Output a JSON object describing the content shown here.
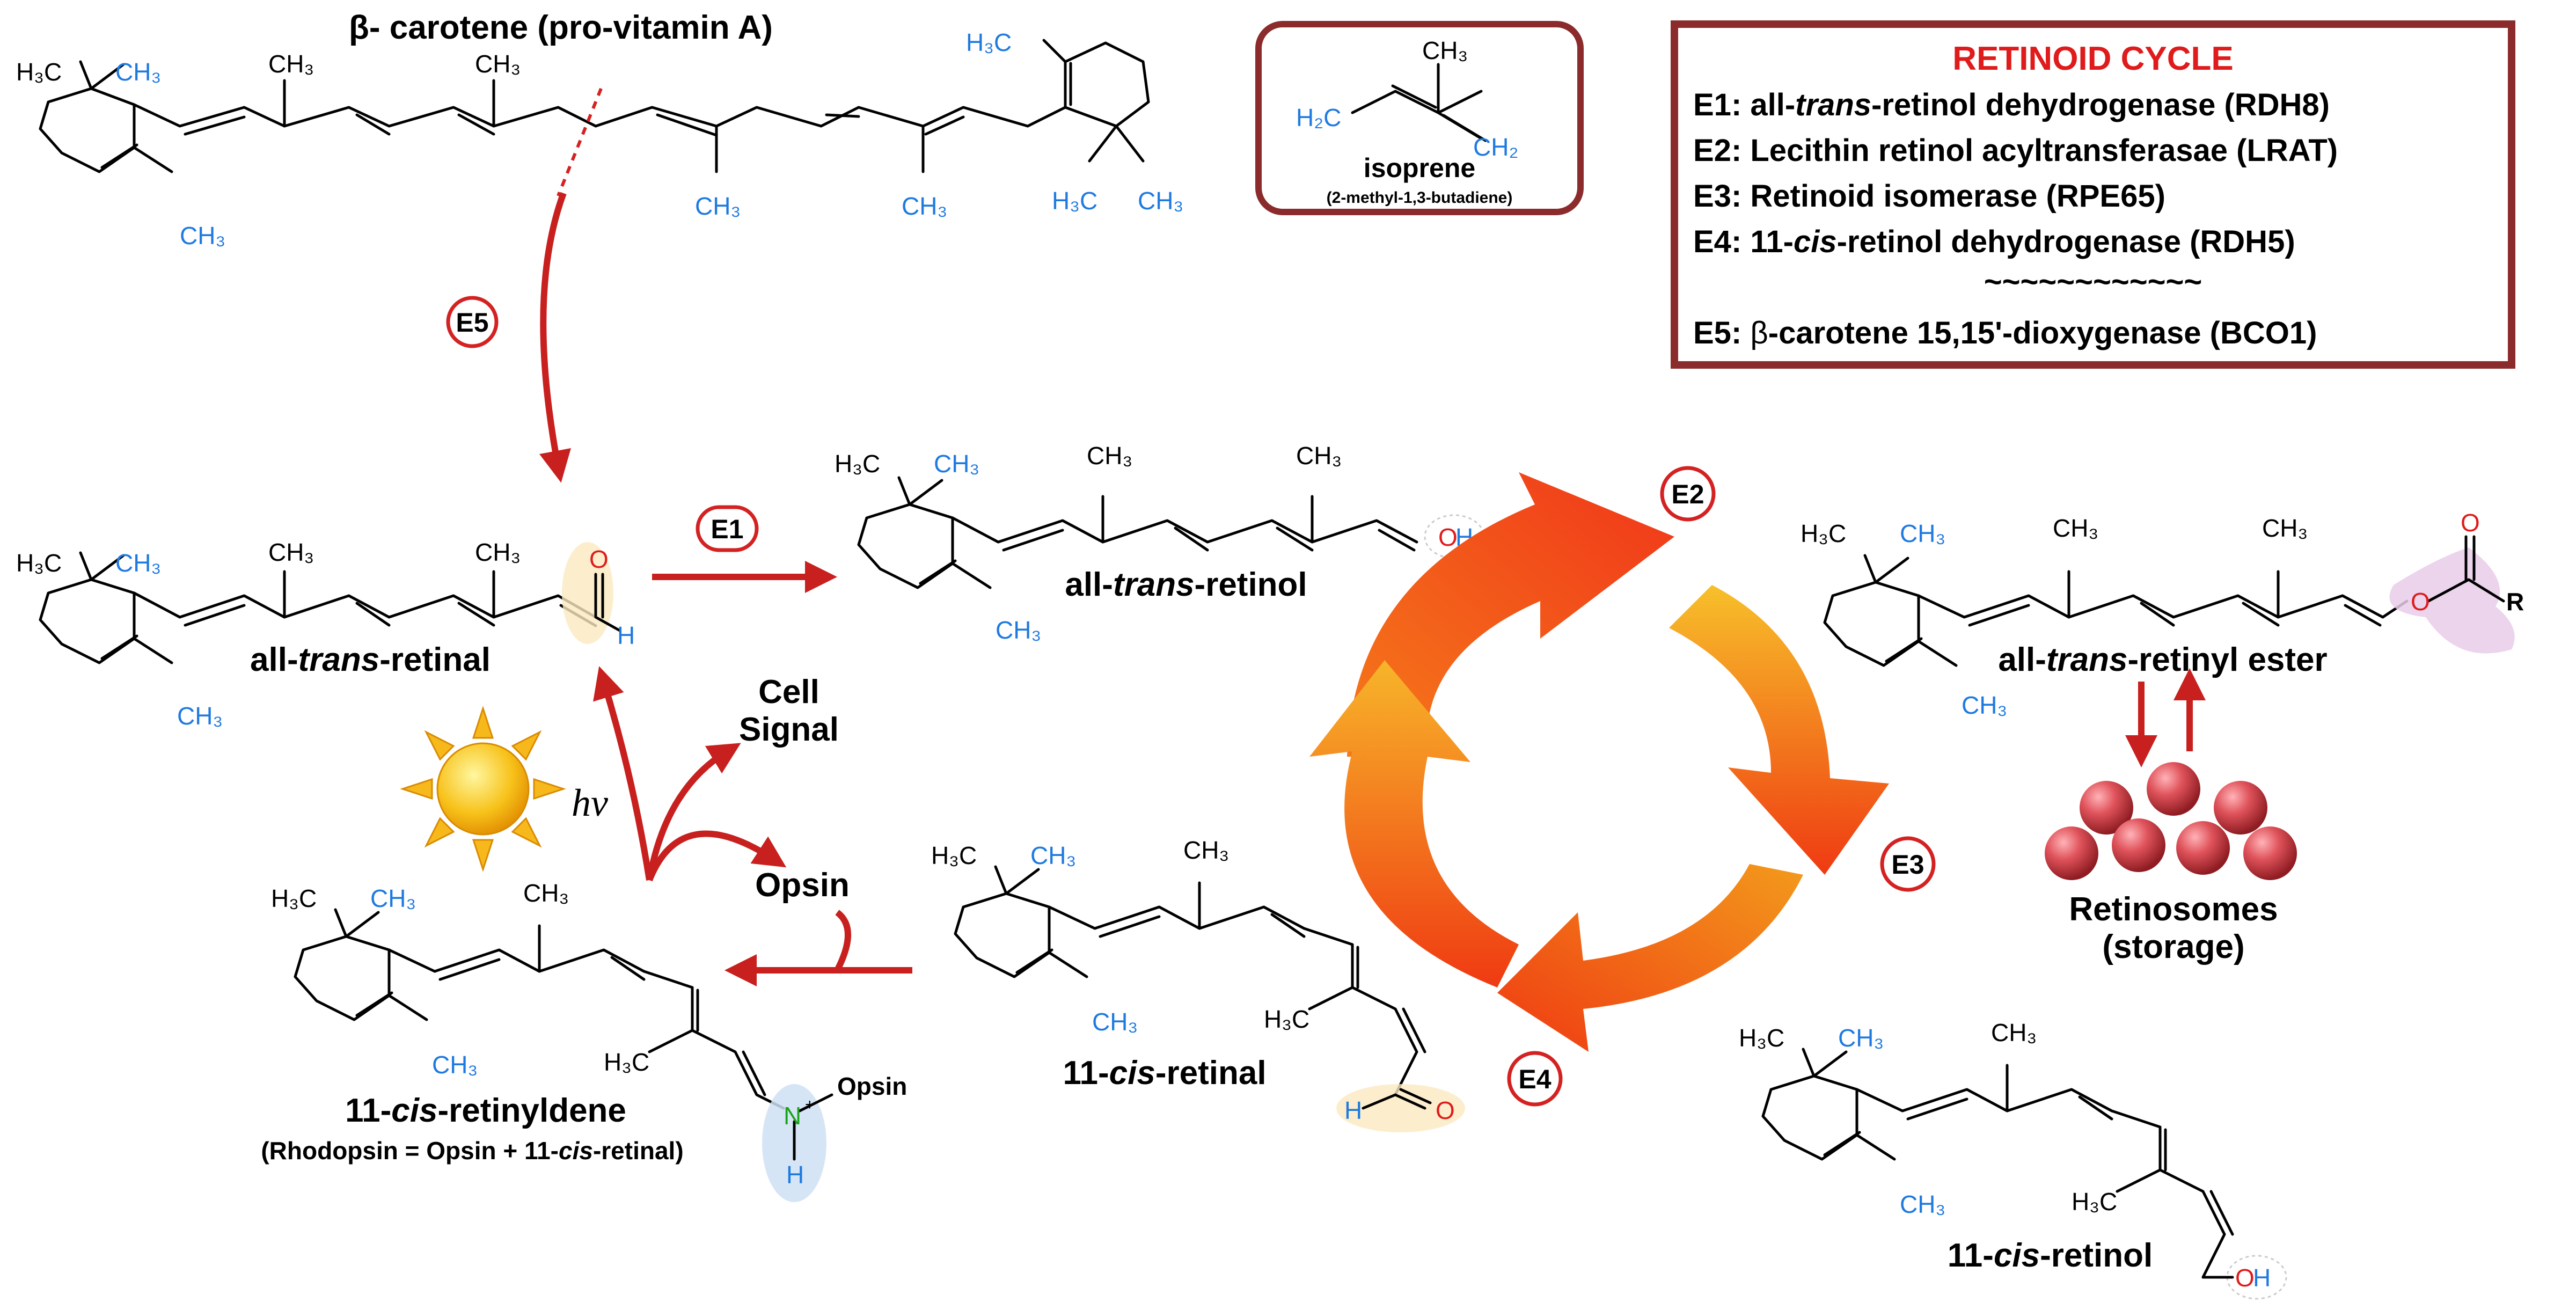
{
  "beta_carotene": {
    "prefix": "β",
    "rest": "- carotene (pro-vitamin A)"
  },
  "isoprene": {
    "title": "isoprene",
    "subtitle": "(2-methyl-1,3-butadiene)"
  },
  "legend": {
    "title": "RETINOID CYCLE",
    "items": [
      {
        "pre": "E1: all-",
        "em": "trans",
        "post": "-retinol dehydrogenase (RDH8)"
      },
      {
        "pre": "E2: Lecithin retinol acyltransferasae (LRAT)",
        "em": "",
        "post": ""
      },
      {
        "pre": "E3: Retinoid isomerase (RPE65)",
        "em": "",
        "post": ""
      },
      {
        "pre": "E4: 11-",
        "em": "cis",
        "post": "-retinol dehydrogenase (RDH5)"
      }
    ],
    "separator": "~~~~~~~~~~~~",
    "e5": {
      "pre": "E5: ",
      "beta": "β",
      "post": "-carotene 15,15'-dioxygenase (BCO1)"
    }
  },
  "compounds": {
    "retinal": {
      "pre": "all-",
      "em": "trans",
      "post": "-retinal"
    },
    "retinol": {
      "pre": "all-",
      "em": "trans",
      "post": "-retinol"
    },
    "ester": {
      "pre": "all-",
      "em": "trans",
      "post": "-retinyl ester"
    },
    "cis_retinal": {
      "pre": "11-",
      "em": "cis",
      "post": "-retinal"
    },
    "cis_retinol": {
      "pre": "11-",
      "em": "cis",
      "post": "-retinol"
    },
    "retinyldene": {
      "pre": "11-",
      "em": "cis",
      "post": "-retinyldene"
    },
    "rhodopsin": {
      "pre": "(Rhodopsin = Opsin + 11-",
      "em": "cis",
      "post": "-retinal)"
    }
  },
  "labels": {
    "cell_signal": [
      "Cell",
      "Signal"
    ],
    "opsin": "Opsin",
    "hv": "hν",
    "retinosomes": [
      "Retinosomes",
      "(storage)"
    ],
    "opsin_sub": "Opsin",
    "r_group": "R"
  },
  "enzymes": [
    "E1",
    "E2",
    "E3",
    "E4",
    "E5"
  ],
  "atoms": {
    "methyl": "CH3",
    "h3c": "H3C",
    "h2c": "H2C",
    "ch2": "CH2",
    "o": "O",
    "h": "H",
    "oh": "OH",
    "n": "N",
    "plus": "+"
  },
  "colors": {
    "arrow_red": "#c8201e",
    "enzyme_circle": "#d42222",
    "legend_border": "#8b2b2b",
    "cycle_orange": "#f59a1d",
    "cycle_red": "#ef3a12",
    "retinosome": "#d8444c",
    "heteroatom": "#e01b1b",
    "hydrogen": "#1f7ae0",
    "nitrogen": "#1aa31a",
    "highlight_yellow": "#fbeac0",
    "highlight_purple": "#e7cde9",
    "highlight_blue": "#cfe0f3"
  },
  "icons": [
    "sun-icon",
    "retinosome-spheres-icon",
    "cycle-arrows-icon"
  ]
}
